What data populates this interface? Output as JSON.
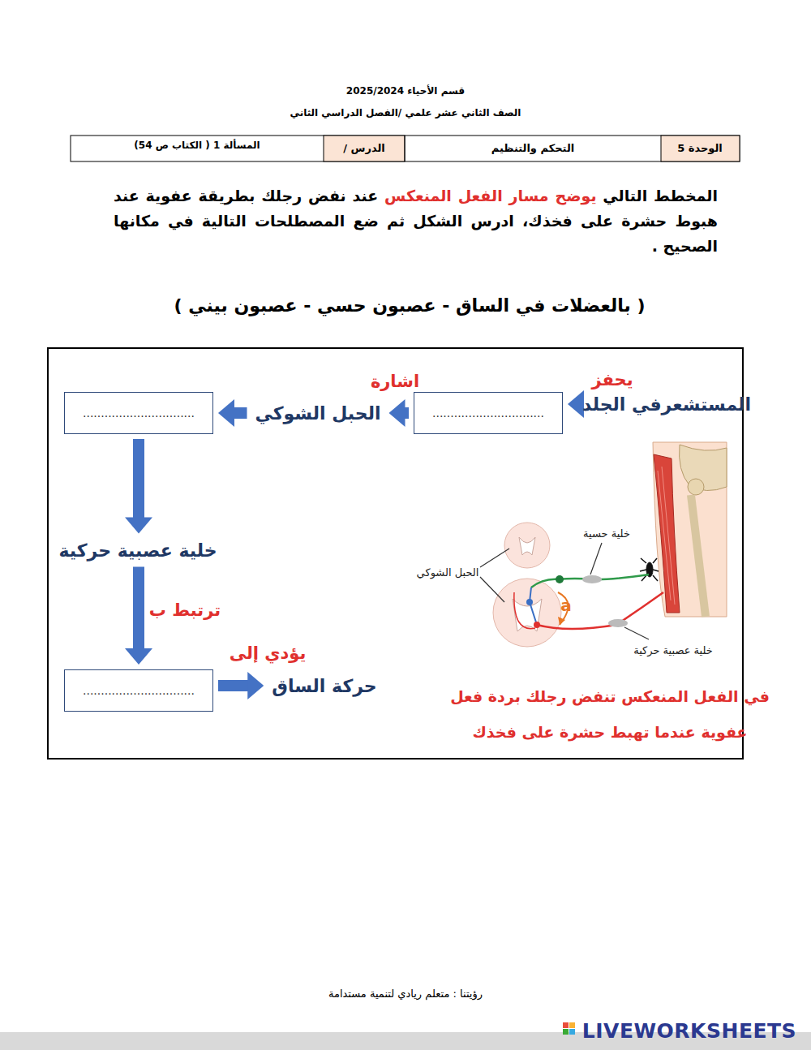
{
  "diagram": {
    "caption": "في الفعل المنعكس تنفض رجلك بردة فعل عفوية عندما تهبط حشرة على فخذك",
    "nodes": [
      {
        "text": [
          "المستشعرفي الجلد"
        ]
      },
      {
        "text": [
          "..............................."
        ]
      },
      {
        "text": [
          "الحبل الشوكي"
        ]
      },
      {
        "text": [
          "..............................."
        ]
      },
      {
        "text": [
          "خلية عصبية حركية"
        ]
      },
      {
        "text": [
          "..............................."
        ]
      },
      {
        "text": [
          "حركة الساق"
        ]
      }
    ],
    "edges": [
      {
        "from": 0,
        "to": 1,
        "arrow": "to",
        "label": "يحفز"
      },
      {
        "from": 1,
        "to": 2,
        "arrow": "to",
        "label": "اشارة"
      },
      {
        "from": 2,
        "to": 3,
        "arrow": "to"
      },
      {
        "from": 3,
        "to": 4,
        "arrow": "to"
      },
      {
        "from": 4,
        "to": 5,
        "arrow": "to",
        "label": "ترتبط ب"
      },
      {
        "from": 5,
        "to": 6,
        "arrow": "to",
        "label": "يؤدي إلى"
      }
    ],
    "labels": [
      "قسم الأحياء 2025/2024",
      "الصف الثاني عشر علمي /الفصل الدراسي الثاني",
      "الوحدة 5",
      "التحكم والتنظيم",
      "الدرس /",
      "المسألة 1 ( الكتاب ص 54)",
      "المخطط التالي",
      "يوضح مسار الفعل المنعكس",
      "عند نفض رجلك بطريقة عفوية عند هبوط حشرة على فخذك، ادرس الشكل ثم ضع المصطلحات التالية في مكانها الصحيح .",
      "( بالعضلات في الساق - عصبون حسي - عصبون بيني )",
      "خلية حسية",
      "الحبل الشوكي",
      "a",
      "خلية عصبية حركية",
      "رؤيتنا : متعلم ريادي لتنمية مستدامة",
      "LIVEWORKSHEETS"
    ]
  }
}
